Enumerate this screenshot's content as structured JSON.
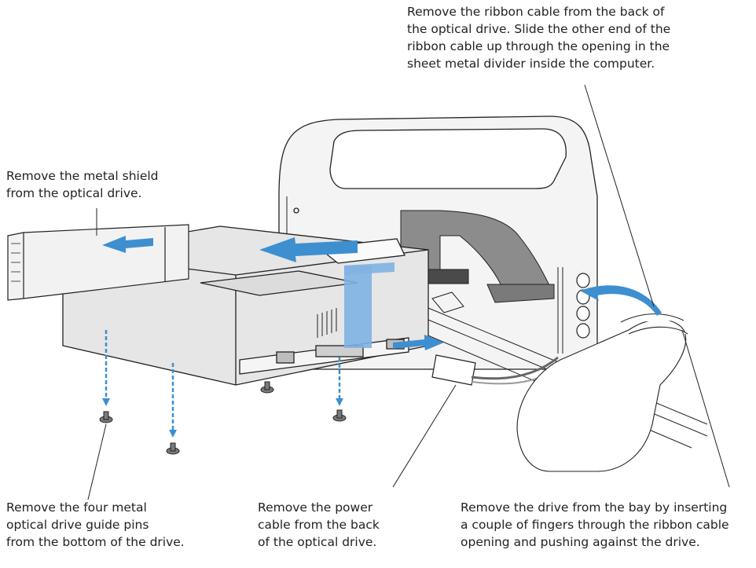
{
  "callouts": {
    "ribbon": {
      "lines": [
        "Remove the ribbon cable from the back of",
        "the optical drive. Slide the other end of the",
        "ribbon cable up through the opening  in the",
        "sheet metal divider inside the computer."
      ]
    },
    "shield": {
      "lines": [
        "Remove the metal shield",
        "from the optical drive."
      ]
    },
    "pins": {
      "lines": [
        "Remove the four metal",
        "optical drive guide pins",
        "from the bottom of the drive."
      ]
    },
    "power": {
      "lines": [
        "Remove the power",
        "cable from the back",
        "of the optical drive."
      ]
    },
    "drive": {
      "lines": [
        "Remove the drive from the bay by inserting",
        "a couple of fingers through the ribbon cable",
        "opening and pushing against the drive."
      ]
    }
  },
  "colors": {
    "arrow": "#3d8fd0",
    "ribbon_highlight": "#7fb2e3",
    "line": "#222222",
    "metal": "#e6e6e6",
    "cable": "#8c8c8c"
  }
}
